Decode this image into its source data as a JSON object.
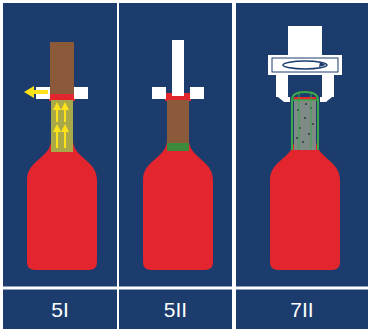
{
  "diagram": {
    "labels": [
      "5I",
      "5II",
      "7II"
    ]
  }
}
